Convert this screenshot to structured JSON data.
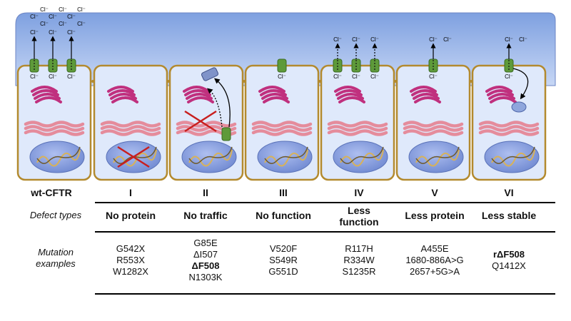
{
  "columns": [
    {
      "header": "wt-CFTR"
    },
    {
      "header": "I",
      "defect": "No protein",
      "mutations": [
        "G542X",
        "R553X",
        "W1282X"
      ]
    },
    {
      "header": "II",
      "defect": "No traffic",
      "mutations": [
        "G85E",
        "ΔI507",
        "ΔF508",
        "N1303K"
      ],
      "bold_mutation": "ΔF508"
    },
    {
      "header": "III",
      "defect": "No function",
      "mutations": [
        "V520F",
        "S549R",
        "G551D"
      ]
    },
    {
      "header": "IV",
      "defect": "Less function",
      "mutations": [
        "R117H",
        "R334W",
        "S1235R"
      ]
    },
    {
      "header": "V",
      "defect": "Less protein",
      "mutations": [
        "A455E",
        "1680-886A>G",
        "2657+5G>A"
      ]
    },
    {
      "header": "VI",
      "defect": "Less stable",
      "mutations": [
        "rΔF508",
        "Q1412X"
      ],
      "bold_mutation": "rΔF508"
    }
  ],
  "row_labels": {
    "defect": "Defect types",
    "mutations": "Mutation examples"
  },
  "ion_label": "Cl⁻",
  "colors": {
    "lumen": "#a9c1ee",
    "cell_fill": "#dfe9fb",
    "cell_border": "#b38a2e",
    "channel": "#5e9a3a",
    "golgi": "#c0307e",
    "er": "#e58c9c",
    "nucleus": "#8ea8e6",
    "block": "#c81e1e"
  }
}
